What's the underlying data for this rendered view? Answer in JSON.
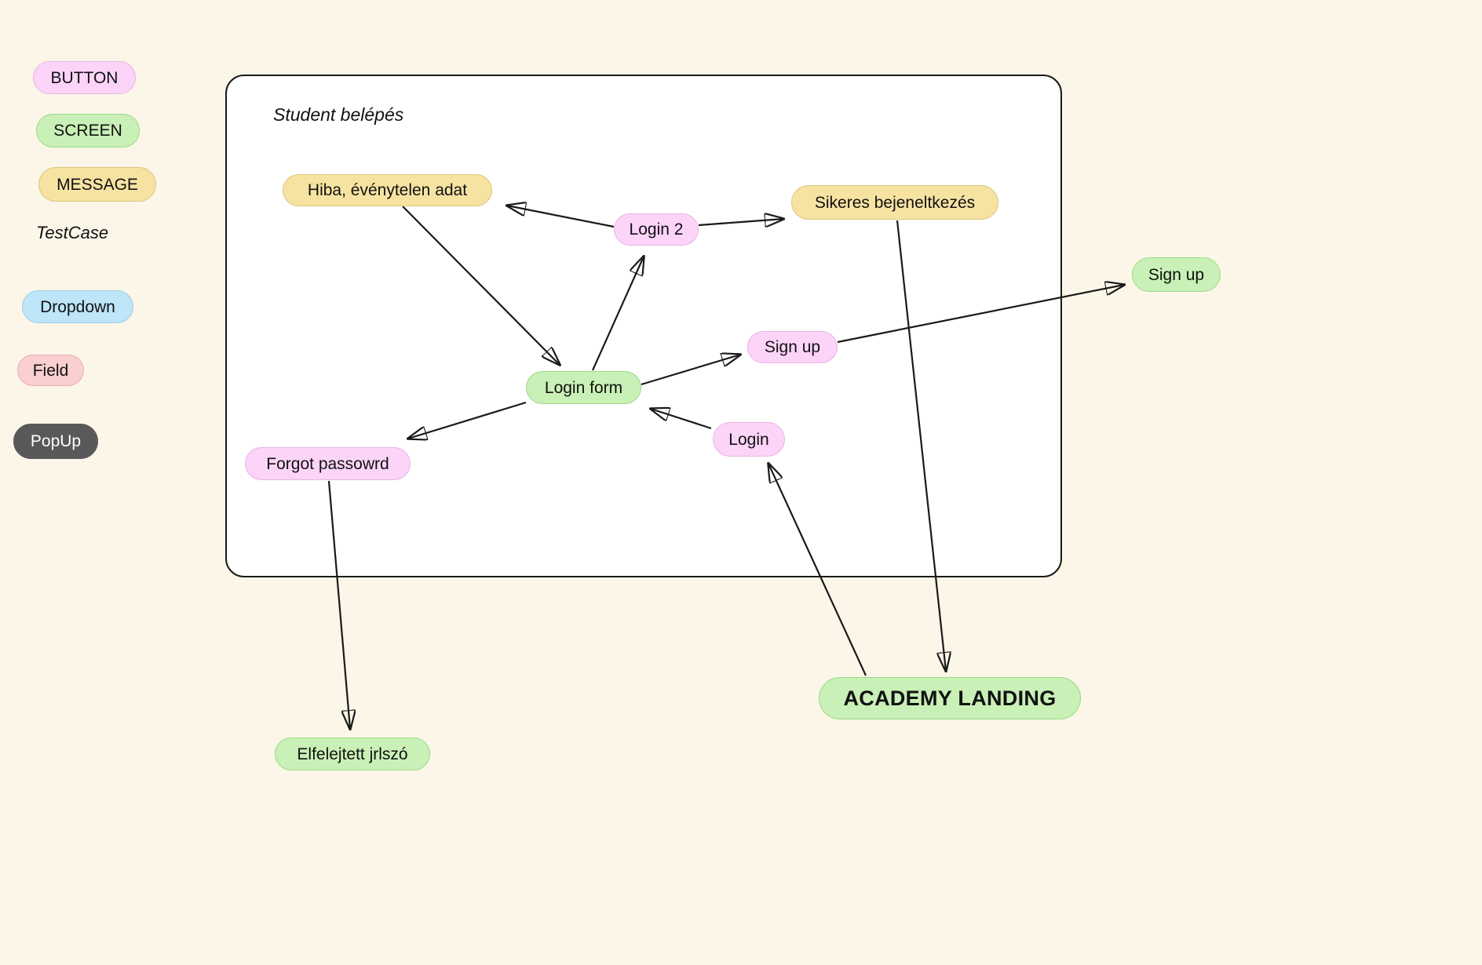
{
  "page": {
    "background_color": "#FBF6E8"
  },
  "legend": {
    "items": [
      {
        "label": "BUTTON",
        "type": "button"
      },
      {
        "label": "SCREEN",
        "type": "screen"
      },
      {
        "label": "MESSAGE",
        "type": "message"
      },
      {
        "label": "TestCase",
        "type": "testcase"
      },
      {
        "label": "Dropdown",
        "type": "dropdown"
      },
      {
        "label": "Field",
        "type": "field"
      },
      {
        "label": "PopUp",
        "type": "popup"
      }
    ]
  },
  "frame": {
    "title": "Student belépés"
  },
  "nodes": {
    "hiba": {
      "label": "Hiba, événytelen adat",
      "type": "message"
    },
    "login2": {
      "label": "Login 2",
      "type": "button"
    },
    "sikeres": {
      "label": "Sikeres bejeneltkezés",
      "type": "message"
    },
    "login_form": {
      "label": "Login form",
      "type": "screen"
    },
    "sign_up_btn": {
      "label": "Sign up",
      "type": "button"
    },
    "sign_up_scr": {
      "label": "Sign up",
      "type": "screen"
    },
    "login_btn": {
      "label": "Login",
      "type": "button"
    },
    "forgot": {
      "label": "Forgot passowrd",
      "type": "button"
    },
    "academy": {
      "label": "ACADEMY LANDING",
      "type": "screen"
    },
    "elfelejtett": {
      "label": "Elfelejtett jrlszó",
      "type": "screen"
    }
  },
  "edges": [
    {
      "from": "login2",
      "to": "hiba"
    },
    {
      "from": "login2",
      "to": "sikeres"
    },
    {
      "from": "hiba",
      "to": "login_form"
    },
    {
      "from": "login_form",
      "to": "login2"
    },
    {
      "from": "login_form",
      "to": "sign_up_btn"
    },
    {
      "from": "sign_up_btn",
      "to": "sign_up_scr"
    },
    {
      "from": "login_btn",
      "to": "login_form"
    },
    {
      "from": "academy",
      "to": "login_btn"
    },
    {
      "from": "sikeres",
      "to": "academy"
    },
    {
      "from": "login_form",
      "to": "forgot"
    },
    {
      "from": "forgot",
      "to": "elfelejtett"
    }
  ],
  "colors": {
    "background": "#FBF6E8",
    "button_fill": "#FBD4F8",
    "button_border": "#E9B4E2",
    "screen_fill": "#C9F0B6",
    "screen_border": "#9CDA88",
    "message_fill": "#F6E3A2",
    "message_border": "#DCC57E",
    "dropdown_fill": "#BEE5F8",
    "dropdown_border": "#9CCFEC",
    "field_fill": "#F9CFD0",
    "field_border": "#EBAEB2",
    "popup_fill": "#595959",
    "edge_stroke": "#1a1a1a"
  }
}
